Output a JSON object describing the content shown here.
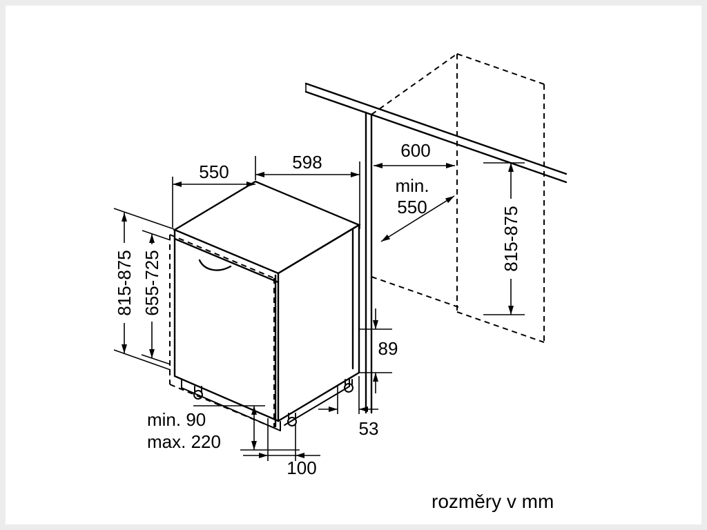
{
  "figure": {
    "caption": "rozměry v mm",
    "colors": {
      "line": "#000000",
      "background": "#ffffff",
      "border": "#ececec"
    },
    "appliance": {
      "top_depth_mm": "550",
      "top_width_mm": "598",
      "height_mm": "815-875",
      "door_panel_height_mm": "655-725",
      "plinth_clearance_min": "min. 90",
      "plinth_clearance_max": "max. 220",
      "feet_adjust_mm": "100"
    },
    "niche": {
      "width_mm": "600",
      "depth_min_line1": "min.",
      "depth_min_line2": "550",
      "height_mm": "815-875",
      "rear_clearance_mm": "89",
      "side_clearance_mm": "53"
    }
  }
}
